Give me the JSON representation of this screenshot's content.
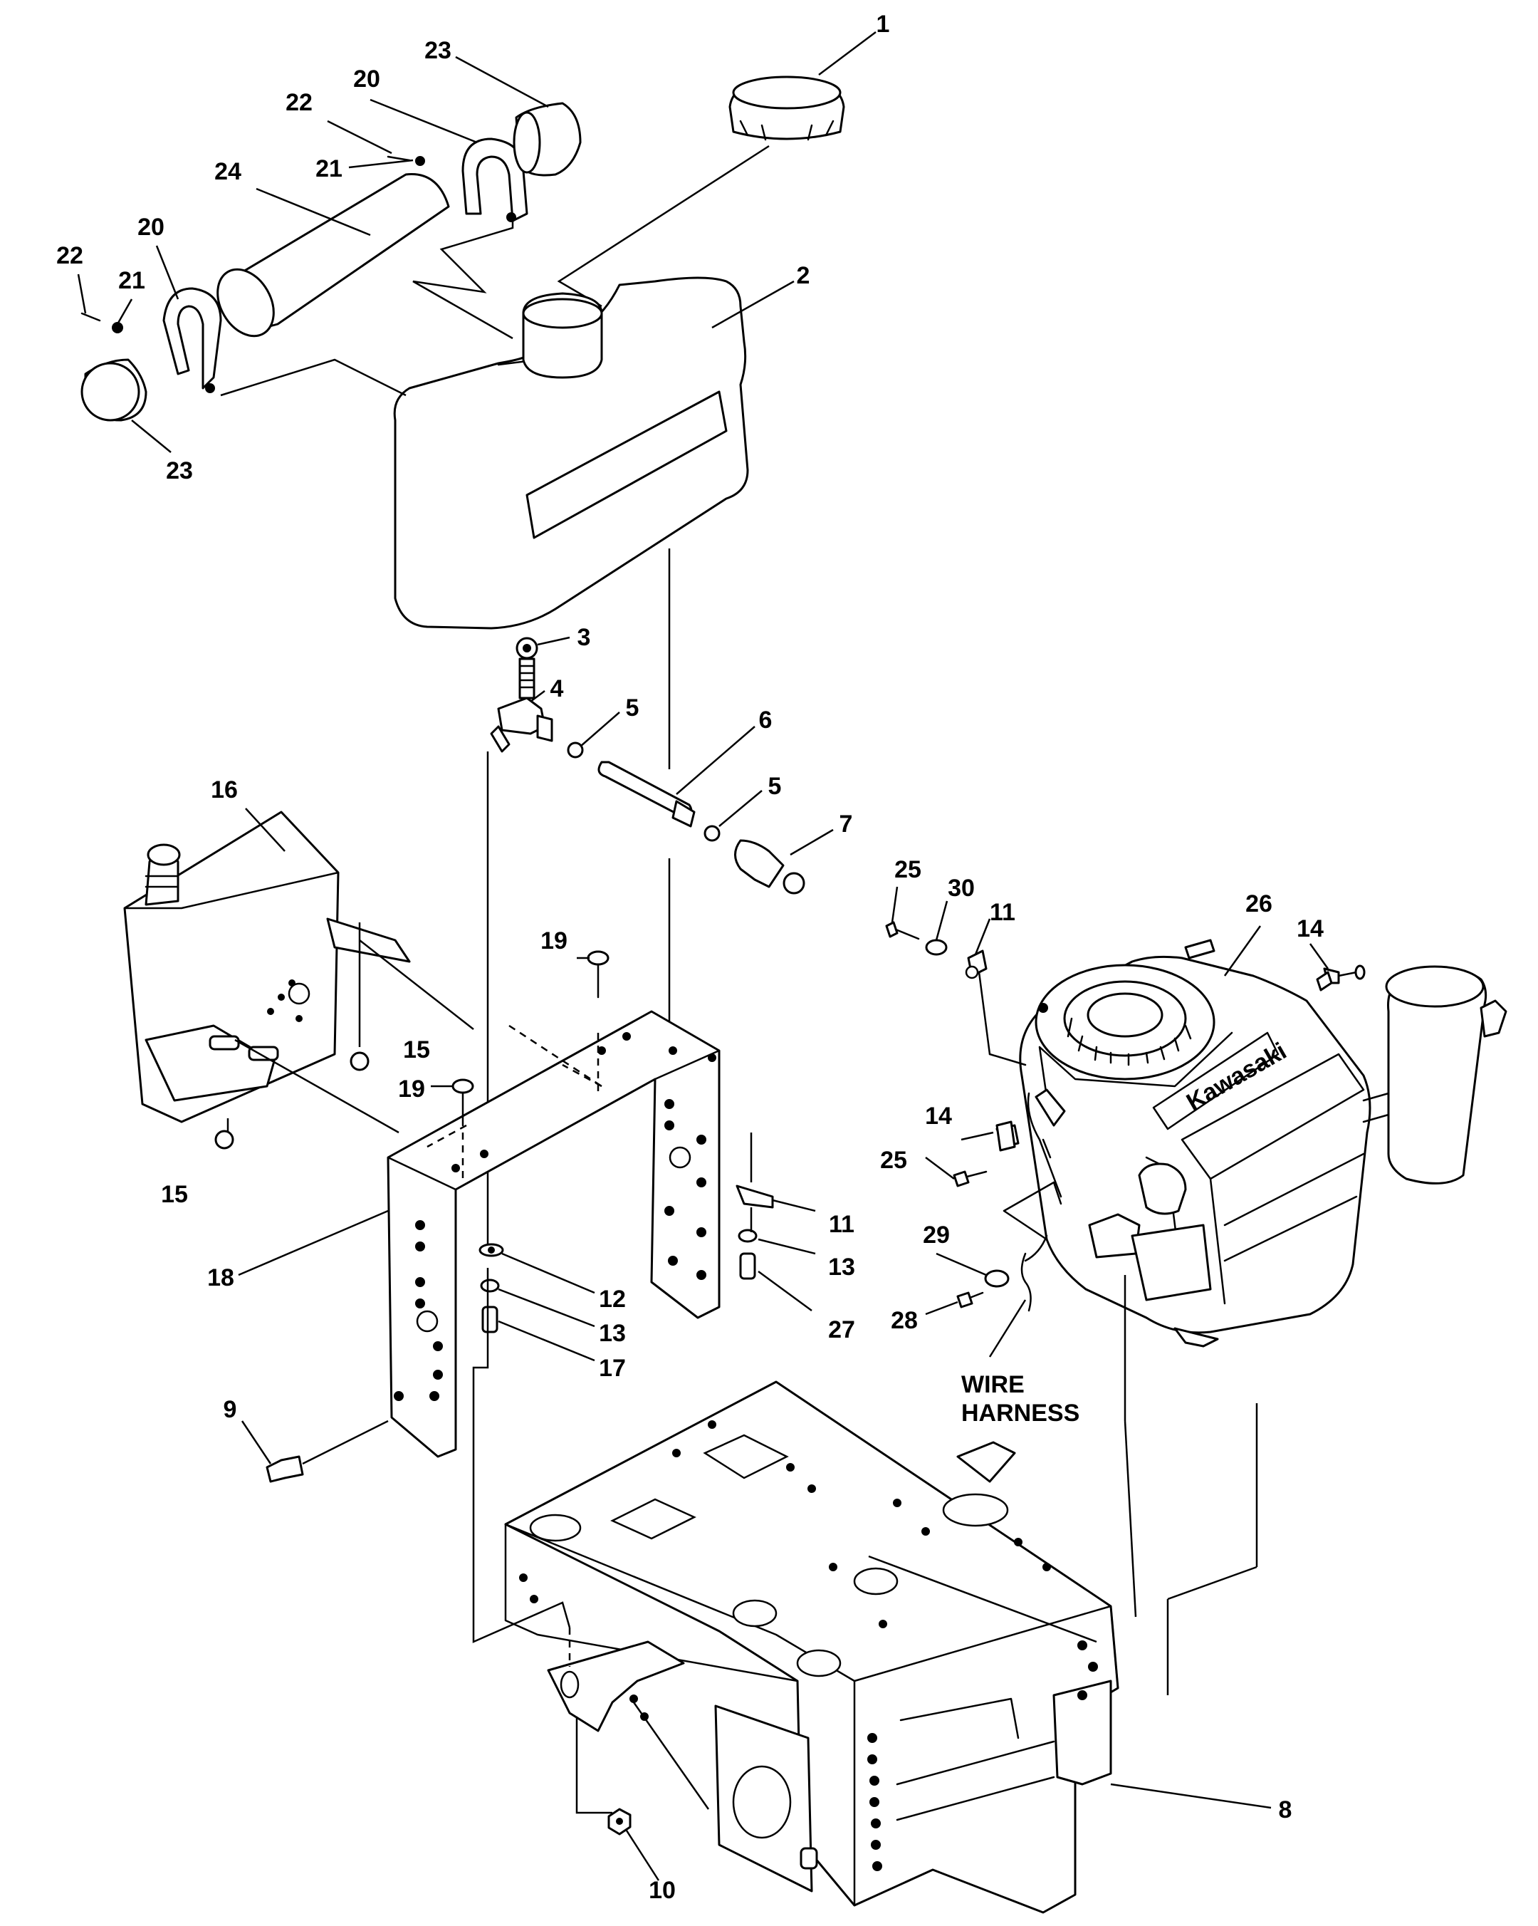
{
  "callouts": {
    "c1": "1",
    "c2": "2",
    "c3": "3",
    "c4": "4",
    "c5a": "5",
    "c5b": "5",
    "c6": "6",
    "c7": "7",
    "c8": "8",
    "c9": "9",
    "c10": "10",
    "c11a": "11",
    "c11b": "11",
    "c12": "12",
    "c13a": "13",
    "c13b": "13",
    "c14a": "14",
    "c14b": "14",
    "c15a": "15",
    "c15b": "15",
    "c16": "16",
    "c17": "17",
    "c18": "18",
    "c19a": "19",
    "c19b": "19",
    "c20a": "20",
    "c20b": "20",
    "c21a": "21",
    "c21b": "21",
    "c22a": "22",
    "c22b": "22",
    "c23a": "23",
    "c23b": "23",
    "c24": "24",
    "c25a": "25",
    "c25b": "25",
    "c26": "26",
    "c27": "27",
    "c28": "28",
    "c29": "29",
    "c30": "30"
  },
  "notes": {
    "wire_line1": "WIRE",
    "wire_line2": "HARNESS"
  },
  "engine_brand": "Kawasaki"
}
